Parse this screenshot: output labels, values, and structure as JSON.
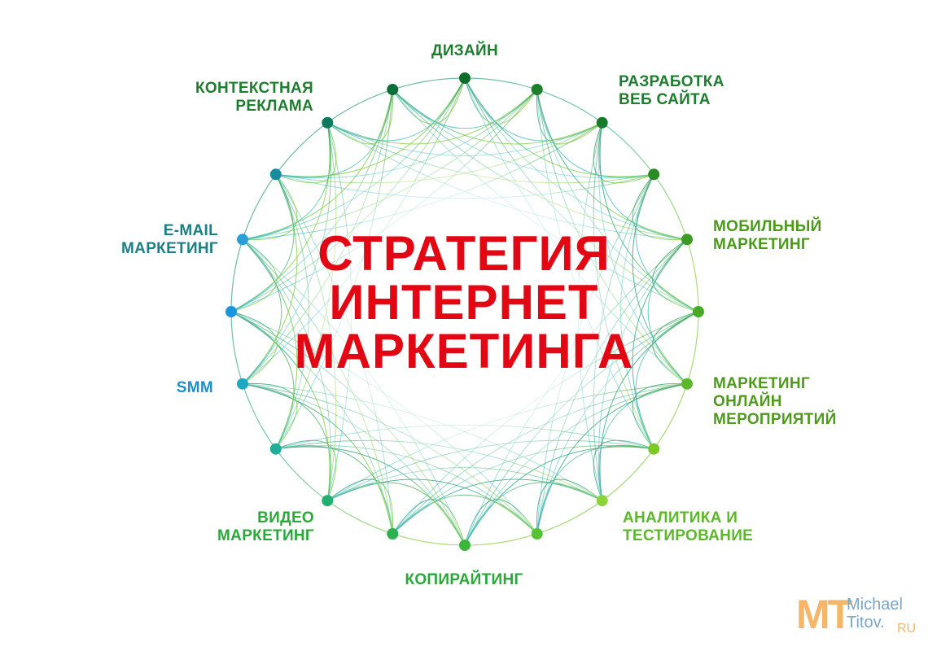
{
  "title": {
    "lines": [
      "СТРАТЕГИЯ",
      "ИНТЕРНЕТ",
      "МАРКЕТИНГА"
    ],
    "color": "#e30613"
  },
  "labels": {
    "design": {
      "lines": [
        "ДИЗАЙН"
      ],
      "color": "#1e7d2e"
    },
    "web_dev": {
      "lines": [
        "РАЗРАБОТКА",
        "ВЕБ САЙТА"
      ],
      "color": "#1e7d2e"
    },
    "mobile": {
      "lines": [
        "МОБИЛЬНЫЙ",
        "МАРКЕТИНГ"
      ],
      "color": "#4a9a1a"
    },
    "events": {
      "lines": [
        "МАРКЕТИНГ",
        "ОНЛАЙН",
        "МЕРОПРИЯТИЙ"
      ],
      "color": "#4f9a1e"
    },
    "analytics": {
      "lines": [
        "АНАЛИТИКА И",
        "ТЕСТИРОВАНИЕ"
      ],
      "color": "#5cb82a"
    },
    "copywriting": {
      "lines": [
        "КОПИРАЙТИНГ"
      ],
      "color": "#2aa83a"
    },
    "video": {
      "lines": [
        "ВИДЕО",
        "МАРКЕТИНГ"
      ],
      "color": "#2aa83a"
    },
    "smm": {
      "lines": [
        "SMM"
      ],
      "color": "#1c8ec8"
    },
    "email": {
      "lines": [
        "E-MAIL",
        "МАРКЕТИНГ"
      ],
      "color": "#1b7f84"
    },
    "context": {
      "lines": [
        "КОНТЕКСТНАЯ",
        "РЕКЛАМА"
      ],
      "color": "#1e7d2e"
    }
  },
  "logo": {
    "mark": "MT",
    "name_lines": [
      "Michael",
      "Titov."
    ],
    "suffix": "RU",
    "mark_color": "#f5b66a",
    "name_color": "#7aa6c8"
  },
  "node_colors": [
    "#0b6f2a",
    "#1d7f2a",
    "#177a2a",
    "#2a8a26",
    "#3d9a24",
    "#4aa827",
    "#5cb82a",
    "#7cc828",
    "#8ad43a",
    "#55c232",
    "#3ab73a",
    "#2cb050",
    "#22b070",
    "#1fae9a",
    "#1ea8c2",
    "#1c95e0",
    "#2b9ed8",
    "#1a8a9c",
    "#107a5c",
    "#0c6f3a"
  ]
}
